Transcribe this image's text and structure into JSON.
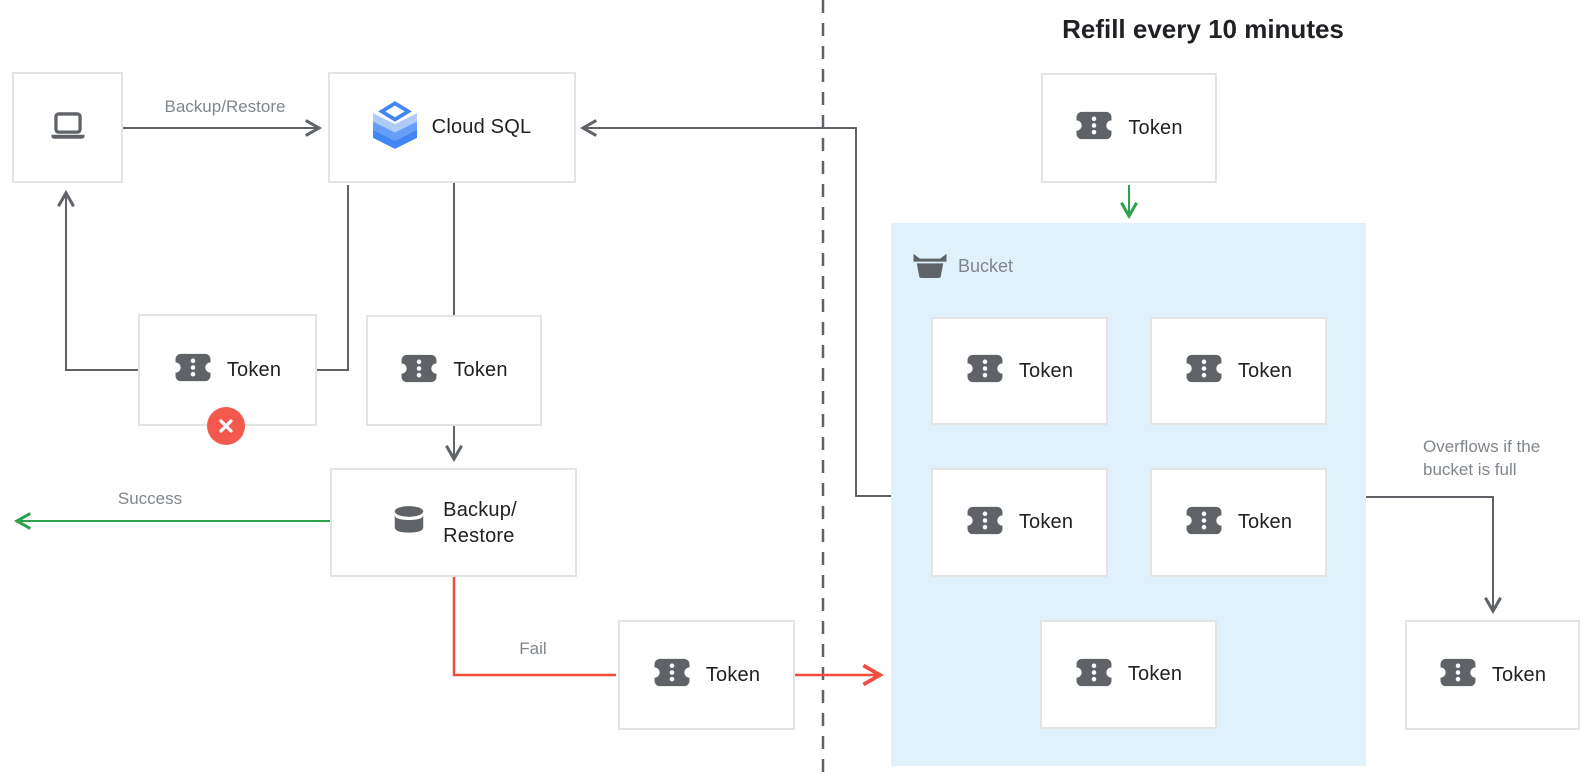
{
  "title": "Refill every 10 minutes",
  "nodes": {
    "cloud_sql": "Cloud SQL",
    "token": "Token",
    "backup_restore_line1": "Backup/",
    "backup_restore_line2": "Restore",
    "bucket": "Bucket"
  },
  "edges": {
    "backup_restore": "Backup/Restore",
    "success": "Success",
    "fail": "Fail",
    "overflow_line1": "Overflows if the",
    "overflow_line2": "bucket is full"
  },
  "icons": {
    "laptop-icon": "laptop outline glyph",
    "cloud-sql-icon": "blue stacked layers with diamond top",
    "token-icon": "dark ticket with three perforation dots",
    "database-icon": "gray cylinder",
    "bucket-icon": "gray basket",
    "error-icon": "white x in red circle"
  },
  "colors": {
    "line_gray": "#5F6368",
    "text_gray": "#80868B",
    "text_dark": "#212121",
    "green": "#2BA24C",
    "red_line": "#F34B3F",
    "badge_red": "#F4594E",
    "bucket_fill": "#E0F1FB",
    "box_border": "#E4E4E4",
    "icon_gray": "#5F6368",
    "cloud_sql_blue_light": "#AECBFA",
    "cloud_sql_blue_mid": "#669DF6",
    "cloud_sql_blue_dark": "#4285F4"
  }
}
